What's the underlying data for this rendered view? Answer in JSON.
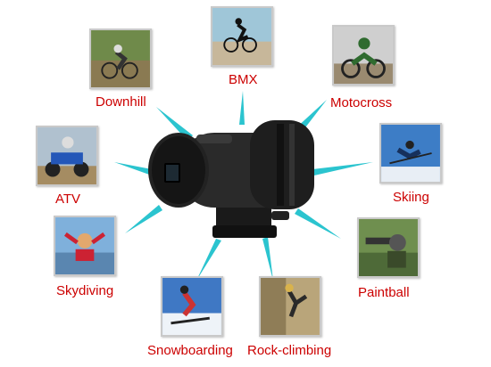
{
  "activities": {
    "bmx": "BMX",
    "downhill": "Downhill",
    "motocross": "Motocross",
    "atv": "ATV",
    "skiing": "Skiing",
    "skydiving": "Skydiving",
    "paintball": "Paintball",
    "snowboarding": "Snowboarding",
    "rock_climbing": "Rock-climbing"
  },
  "colors": {
    "label": "#cc0000",
    "ray": "#2bc4cf",
    "camera_body": "#2a2a2a"
  }
}
